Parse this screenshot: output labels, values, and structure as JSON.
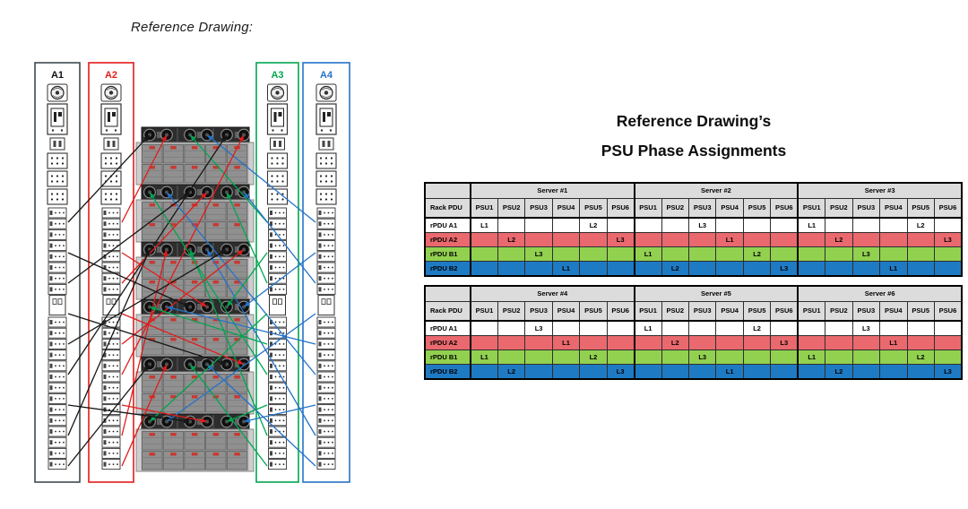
{
  "reference_drawing": {
    "caption": "Reference Drawing:",
    "pdus": [
      {
        "id": "A1",
        "color": "#3E4A52",
        "text_color": "#111111"
      },
      {
        "id": "A2",
        "color": "#E11C1C",
        "text_color": "#E11C1C"
      },
      {
        "id": "A3",
        "color": "#00A650",
        "text_color": "#00A650"
      },
      {
        "id": "A4",
        "color": "#2472C8",
        "text_color": "#2472C8"
      }
    ],
    "cable_colors": [
      "#161616",
      "#E11C1C",
      "#00A650",
      "#2472C8"
    ],
    "server_count": 6,
    "psus_per_server": 6,
    "connections": [
      [
        0,
        1,
        2,
        3,
        0,
        1
      ],
      [
        2,
        3,
        0,
        1,
        2,
        3
      ],
      [
        0,
        1,
        2,
        3,
        0,
        1
      ],
      [
        2,
        3,
        0,
        1,
        2,
        3
      ],
      [
        0,
        1,
        2,
        3,
        0,
        1
      ],
      [
        2,
        3,
        0,
        1,
        2,
        3
      ]
    ]
  },
  "heading": {
    "line1": "Reference Drawing’s",
    "line2": "PSU Phase Assignments"
  },
  "row_colors": {
    "a1": "#FFFFFF",
    "a2": "#E9696E",
    "b1": "#92D050",
    "b2": "#1F7AC4",
    "header": "#DCDCDC"
  },
  "tables": [
    {
      "row_header": "Rack PDU",
      "server_headers": [
        "Server #1",
        "Server #2",
        "Server #3"
      ],
      "psu_headers": [
        "PSU1",
        "PSU2",
        "PSU3",
        "PSU4",
        "PSU5",
        "PSU6"
      ],
      "rows": [
        {
          "label": "rPDU A1",
          "bg": "#FFFFFF",
          "cells": [
            "L1",
            "",
            "",
            "",
            "L2",
            "",
            "",
            "",
            "L3",
            "",
            "",
            "",
            "L1",
            "",
            "",
            "",
            "L2",
            ""
          ]
        },
        {
          "label": "rPDU A2",
          "bg": "#E9696E",
          "cells": [
            "",
            "L2",
            "",
            "",
            "",
            "L3",
            "",
            "",
            "",
            "L1",
            "",
            "",
            "",
            "L2",
            "",
            "",
            "",
            "L3"
          ]
        },
        {
          "label": "rPDU B1",
          "bg": "#92D050",
          "cells": [
            "",
            "",
            "L3",
            "",
            "",
            "",
            "L1",
            "",
            "",
            "",
            "L2",
            "",
            "",
            "",
            "L3",
            "",
            "",
            ""
          ]
        },
        {
          "label": "rPDU B2",
          "bg": "#1F7AC4",
          "cells": [
            "",
            "",
            "",
            "L1",
            "",
            "",
            "",
            "L2",
            "",
            "",
            "",
            "L3",
            "",
            "",
            "",
            "L1",
            "",
            ""
          ]
        }
      ]
    },
    {
      "row_header": "Rack PDU",
      "server_headers": [
        "Server #4",
        "Server #5",
        "Server #6"
      ],
      "psu_headers": [
        "PSU1",
        "PSU2",
        "PSU3",
        "PSU4",
        "PSU5",
        "PSU6"
      ],
      "rows": [
        {
          "label": "rPDU A1",
          "bg": "#FFFFFF",
          "cells": [
            "",
            "",
            "L3",
            "",
            "",
            "",
            "L1",
            "",
            "",
            "",
            "L2",
            "",
            "",
            "",
            "L3",
            "",
            "",
            ""
          ]
        },
        {
          "label": "rPDU A2",
          "bg": "#E9696E",
          "cells": [
            "",
            "",
            "",
            "L1",
            "",
            "",
            "",
            "L2",
            "",
            "",
            "",
            "L3",
            "",
            "",
            "",
            "L1",
            "",
            ""
          ]
        },
        {
          "label": "rPDU B1",
          "bg": "#92D050",
          "cells": [
            "L1",
            "",
            "",
            "",
            "L2",
            "",
            "",
            "",
            "L3",
            "",
            "",
            "",
            "L1",
            "",
            "",
            "",
            "L2",
            ""
          ]
        },
        {
          "label": "rPDU B2",
          "bg": "#1F7AC4",
          "cells": [
            "",
            "L2",
            "",
            "",
            "",
            "L3",
            "",
            "",
            "",
            "L1",
            "",
            "",
            "",
            "L2",
            "",
            "",
            "",
            "L3"
          ]
        }
      ]
    }
  ]
}
